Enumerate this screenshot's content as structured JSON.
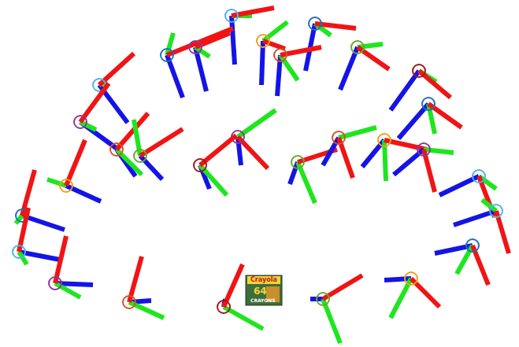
{
  "diagram": {
    "labels": [
      "Crayola",
      "64",
      "CRAYONS"
    ]
  }
}
